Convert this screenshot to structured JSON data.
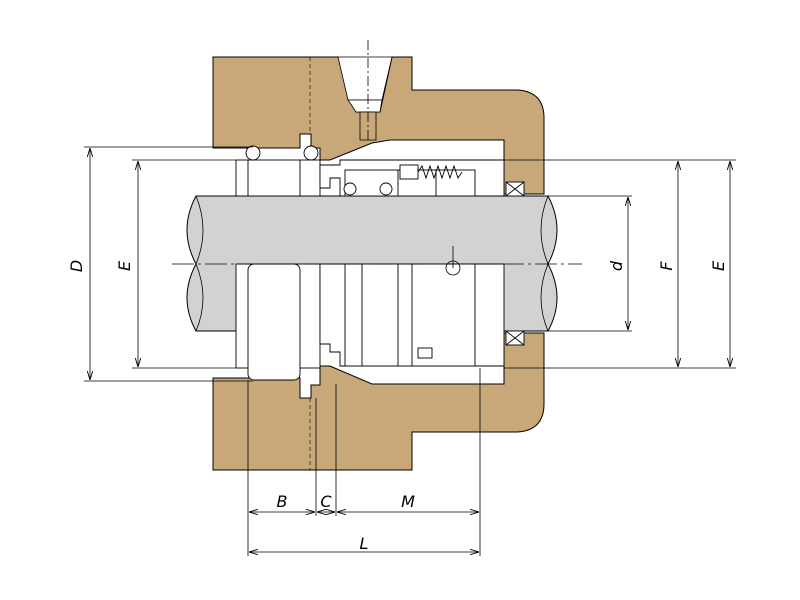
{
  "colors": {
    "housing": "#c8a878",
    "shaft": "#d2d2d2",
    "line": "#000000",
    "background": "#ffffff"
  },
  "labels": {
    "D": "D",
    "E_left": "E",
    "d": "d",
    "F": "F",
    "E_right": "E",
    "B": "B",
    "C": "C",
    "M": "M",
    "L": "L"
  }
}
